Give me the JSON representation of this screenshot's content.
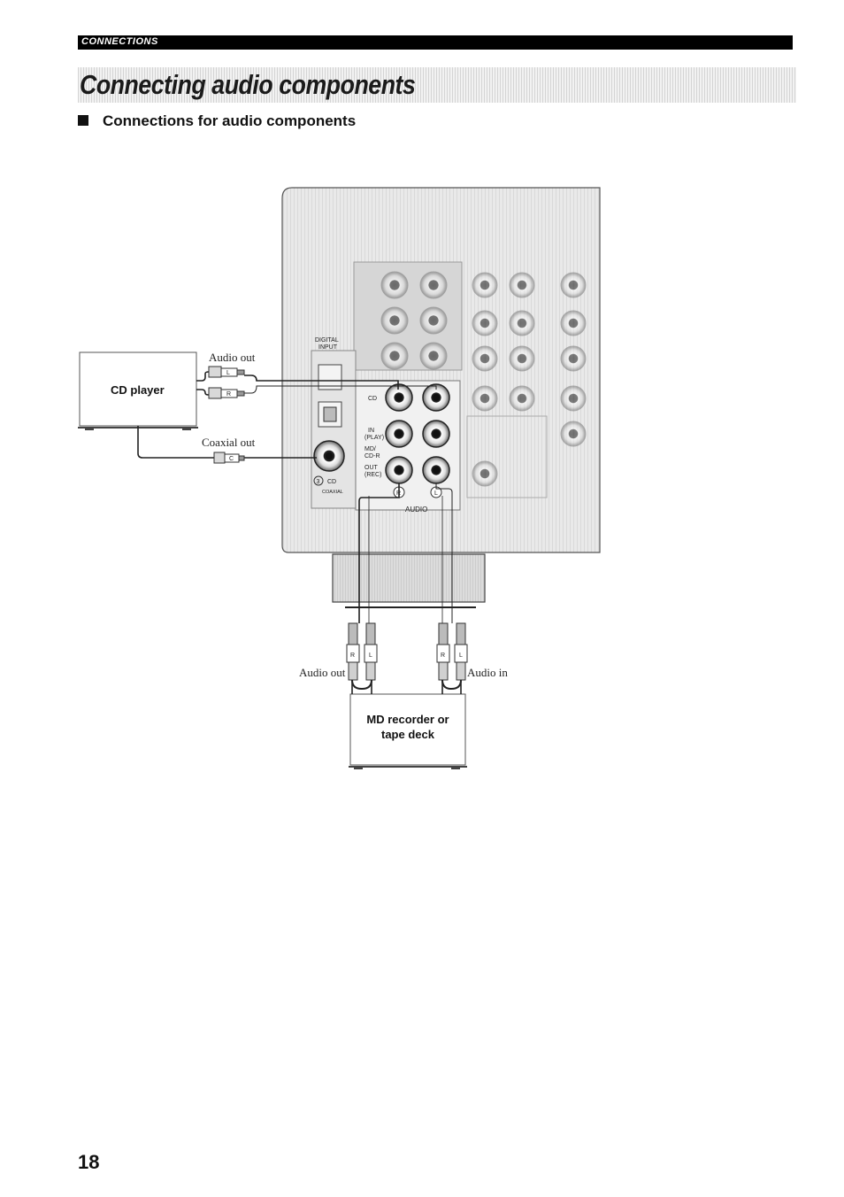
{
  "header": {
    "section": "CONNECTIONS",
    "title": "Connecting audio components",
    "subtitle": "Connections for audio components"
  },
  "diagram": {
    "cd_player": "CD player",
    "md_recorder_line1": "MD recorder or",
    "md_recorder_line2": "tape deck",
    "audio_out_top": "Audio out",
    "coaxial_out": "Coaxial out",
    "audio_out_bottom": "Audio out",
    "audio_in": "Audio in",
    "plug_l": "L",
    "plug_r": "R",
    "plug_c": "C",
    "digital_input_1": "DIGITAL",
    "digital_input_2": "INPUT",
    "jack_cd": "CD",
    "jack_in_1": "IN",
    "jack_in_2": "(PLAY)",
    "jack_md_1": "MD/",
    "jack_md_2": "CD-R",
    "jack_out_1": "OUT",
    "jack_out_2": "(REC)",
    "coax_num": "3",
    "coax_cd": "CD",
    "coaxial": "COAXIAL",
    "audio": "AUDIO",
    "r_mark": "R",
    "l_mark": "L"
  },
  "footer": {
    "page_number": "18"
  }
}
